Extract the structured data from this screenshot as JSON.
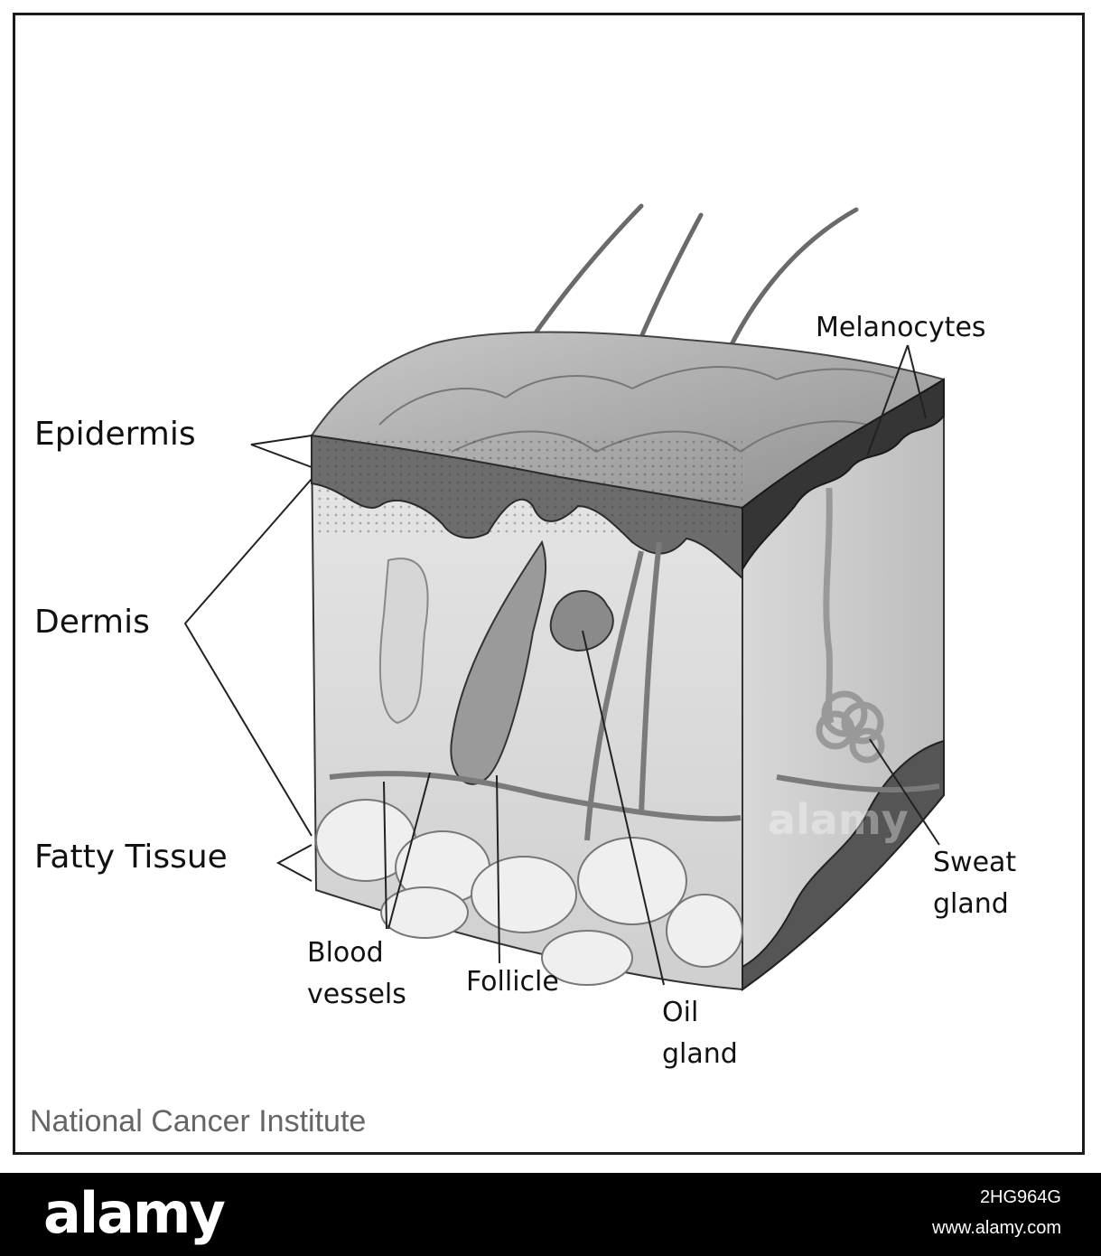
{
  "labels": {
    "epidermis": "Epidermis",
    "dermis": "Dermis",
    "fatty_tissue": "Fatty Tissue",
    "melanocytes": "Melanocytes",
    "blood_vessels_1": "Blood",
    "blood_vessels_2": "vessels",
    "follicle": "Follicle",
    "oil_gland_1": "Oil",
    "oil_gland_2": "gland",
    "sweat_gland_1": "Sweat",
    "sweat_gland_2": "gland"
  },
  "credit": "National Cancer Institute",
  "watermark": "alamy",
  "footer": {
    "logo": "alamy",
    "image_id": "2HG964G",
    "url": "www.alamy.com"
  },
  "colors": {
    "frame": "#1a1a1a",
    "credit_text": "#666666",
    "footer_bg": "#000000"
  }
}
